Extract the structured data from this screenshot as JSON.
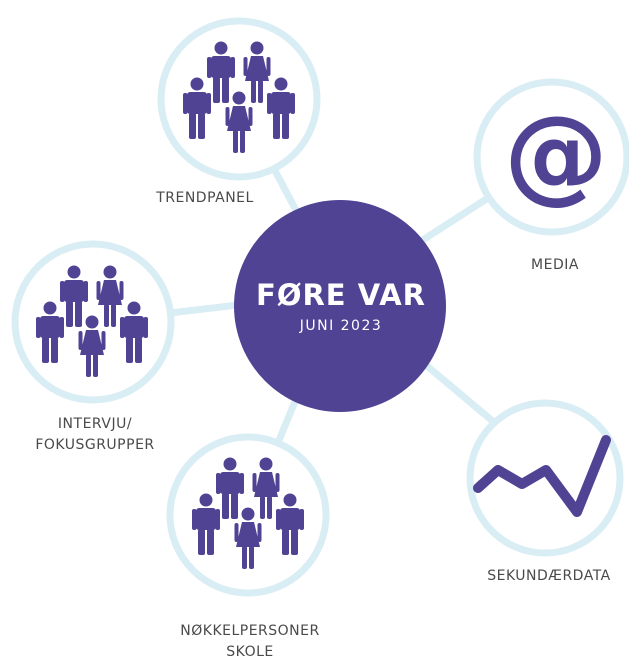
{
  "center": {
    "title": "FØRE VAR",
    "subtitle": "JUNI 2023"
  },
  "nodes": {
    "trendpanel": {
      "label": "TRENDPANEL",
      "icon": "people-group-icon"
    },
    "media": {
      "label": "MEDIA",
      "icon": "at-sign-icon",
      "glyph": "@"
    },
    "intervju": {
      "label_line1": "INTERVJU/",
      "label_line2": "FOKUSGRUPPER",
      "icon": "people-group-icon"
    },
    "sekundaerdata": {
      "label": "SEKUNDÆRDATA",
      "icon": "line-trend-icon"
    },
    "nokkelpersoner": {
      "label_line1": "NØKKELPERSONER",
      "label_line2": "SKOLE",
      "icon": "people-group-icon"
    }
  },
  "colors": {
    "center_fill": "#514394",
    "icon_fill": "#514394",
    "ring_stroke": "#d9edf4",
    "connector": "#d9edf4",
    "label_text": "#4a4a4a"
  }
}
